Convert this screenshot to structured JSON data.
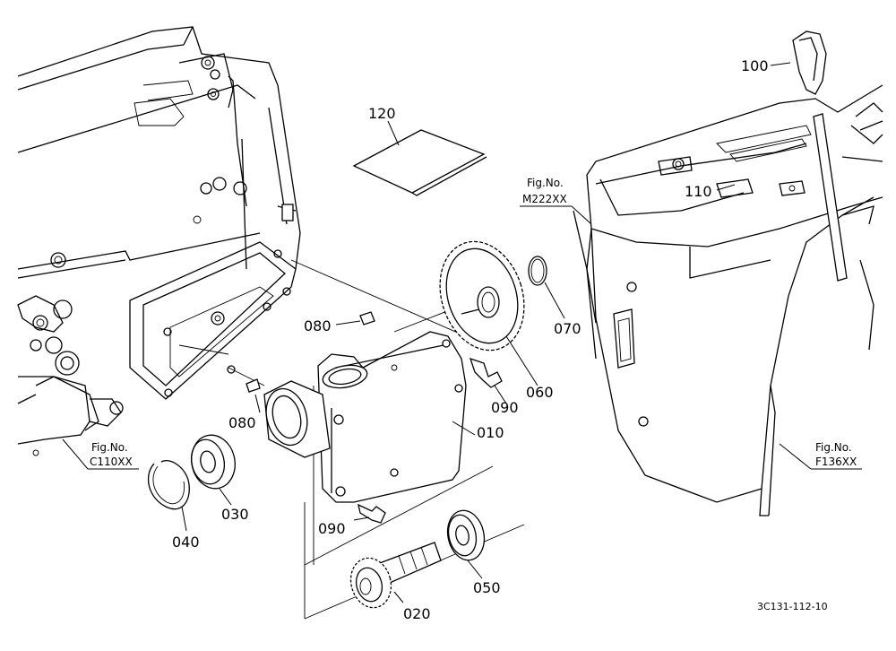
{
  "parts": [
    {
      "id": "010",
      "label": "010"
    },
    {
      "id": "020",
      "label": "020"
    },
    {
      "id": "030",
      "label": "030"
    },
    {
      "id": "040",
      "label": "040"
    },
    {
      "id": "050",
      "label": "050"
    },
    {
      "id": "060",
      "label": "060"
    },
    {
      "id": "070",
      "label": "070"
    },
    {
      "id": "080a",
      "label": "080"
    },
    {
      "id": "080b",
      "label": "080"
    },
    {
      "id": "090a",
      "label": "090"
    },
    {
      "id": "090b",
      "label": "090"
    },
    {
      "id": "100",
      "label": "100"
    },
    {
      "id": "110",
      "label": "110"
    },
    {
      "id": "120",
      "label": "120"
    }
  ],
  "figure_refs": [
    {
      "title": "Fig.No.",
      "code": "C110XX"
    },
    {
      "title": "Fig.No.",
      "code": "M222XX"
    },
    {
      "title": "Fig.No.",
      "code": "F136XX"
    }
  ],
  "drawing_code": "3C131-112-10"
}
